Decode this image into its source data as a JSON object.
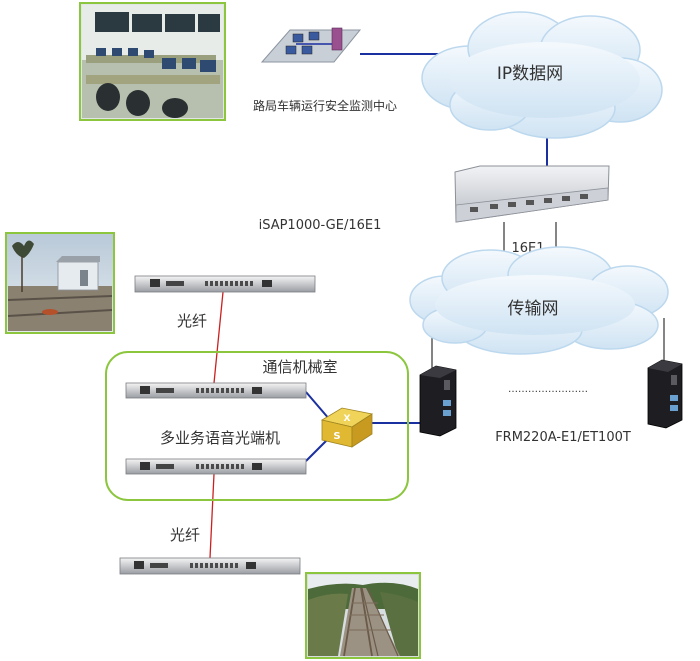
{
  "labels": {
    "monitor_center": "路局车辆运行安全监测中心",
    "ip_network": "IP数据网",
    "isap_model": "iSAP1000-GE/16E1",
    "link_16e1": "16E1",
    "transport_network": "传输网",
    "fiber_top": "光纤",
    "fiber_bottom": "光纤",
    "comm_room": "通信机械室",
    "optical_terminal": "多业务语音光端机",
    "frm_model": "FRM220A-E1/ET100T",
    "dots": "……………………",
    "switch_top_letter": "X",
    "switch_front_letter": "S"
  },
  "colors": {
    "link_blue": "#1a2fa0",
    "fiber_red": "#cc2020",
    "room_border": "#8cc63f",
    "photo_border": "#8cc63f",
    "cloud_fill": "#dfeef8",
    "cloud_edge": "#bcd8ee",
    "switch_yellow": "#e8c23a"
  },
  "icons": {
    "photo_control_room": "control-room-photo",
    "photo_trackside_hut": "trackside-hut-photo",
    "photo_railway_track": "railway-track-photo",
    "workstation": "network-workstation-icon",
    "isap_device": "rack-router-icon",
    "fiber_terminal": "optical-terminal-icon",
    "switch": "ethernet-switch-icon",
    "media_converter": "media-converter-icon"
  }
}
